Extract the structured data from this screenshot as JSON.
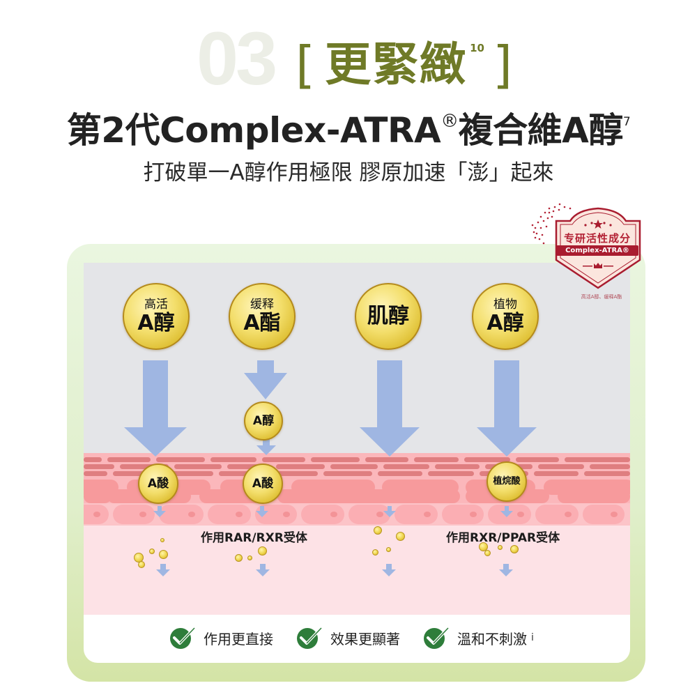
{
  "header": {
    "section_number": "03",
    "bracket_open": "[",
    "section_title": "更緊緻",
    "section_title_sup": "10",
    "bracket_close": "]",
    "main_title_prefix": "第2代Complex-ATRA",
    "main_title_reg": "®",
    "main_title_suffix": "複合維A醇",
    "main_title_sup": "7",
    "subtitle": "打破單一A醇作用極限 膠原加速「澎」起來"
  },
  "badge": {
    "title": "专研活性成分",
    "pill": "Complex-ATRA®",
    "footnote": "高活A醇、缓释A酯",
    "colors": {
      "primary": "#a91c2f",
      "fill": "#fbe6de"
    }
  },
  "ingredients": [
    {
      "top": "高活",
      "main": "A醇"
    },
    {
      "top": "缓释",
      "main": "A酯"
    },
    {
      "top": "",
      "main": "肌醇"
    },
    {
      "top": "植物",
      "main": "A醇"
    }
  ],
  "intermediates": {
    "ester_to_retinol": "A醇",
    "acid_1": "A酸",
    "acid_2": "A酸",
    "phytanic": "植烷酸"
  },
  "receptors": {
    "left": "作用RAR/RXR受体",
    "right": "作用RXR/PPAR受体"
  },
  "benefits": [
    {
      "icon": "check-circle-icon",
      "label": "作用更直接"
    },
    {
      "icon": "check-circle-icon",
      "label": "效果更顯著"
    },
    {
      "icon": "check-circle-icon",
      "label": "溫和不刺激"
    }
  ],
  "benefits_info": "i",
  "colors": {
    "olive": "#6f7a27",
    "arrow": "#9fb6e2",
    "frame_green": "#d4e4a6",
    "check_green": "#2e7d3a",
    "skin_pink": "#fde2e6"
  }
}
